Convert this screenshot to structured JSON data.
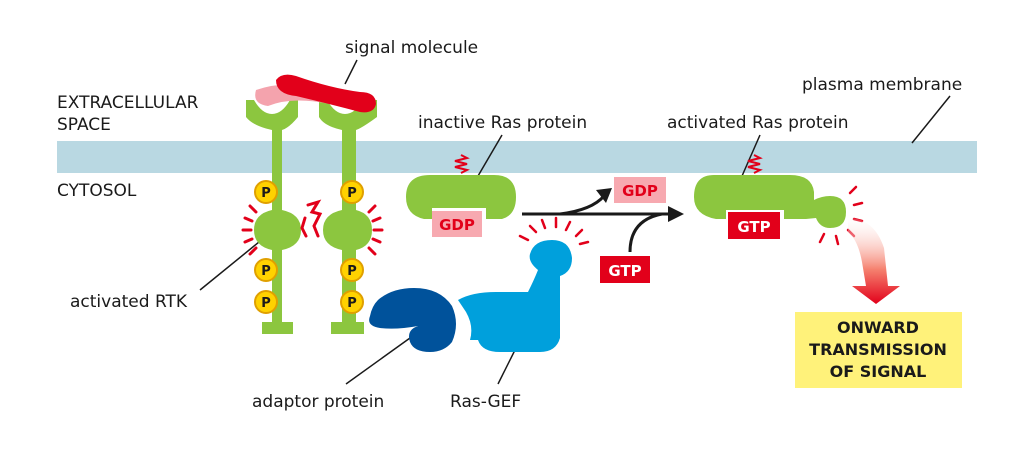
{
  "labels": {
    "extracellular_line1": "EXTRACELLULAR",
    "extracellular_line2": "SPACE",
    "cytosol": "CYTOSOL",
    "signal_molecule": "signal molecule",
    "plasma_membrane": "plasma membrane",
    "inactive_ras": "inactive Ras protein",
    "activated_ras": "activated Ras protein",
    "activated_rtk": "activated RTK",
    "adaptor_protein": "adaptor protein",
    "ras_gef": "Ras-GEF"
  },
  "chips": {
    "gdp_bound": "GDP",
    "gdp_released": "GDP",
    "gtp_incoming": "GTP",
    "gtp_bound": "GTP"
  },
  "phosphate": "P",
  "outcome": {
    "line1": "ONWARD",
    "line2": "TRANSMISSION",
    "line3": "OF SIGNAL"
  },
  "colors": {
    "membrane": "#b9d8e2",
    "rtk_green": "#8cc63f",
    "ras_green": "#8cc63f",
    "signal_red": "#e2001a",
    "signal_pink": "#f4a3ad",
    "phosphate_yellow": "#ffd200",
    "phosphate_border": "#e0a000",
    "adaptor_blue": "#00529b",
    "gef_blue": "#00a0dc",
    "gdp_chip_bg": "#f7a9b0",
    "gdp_chip_text": "#e2001a",
    "gtp_chip_bg": "#e2001a",
    "gtp_chip_text": "#ffffff",
    "outcome_bg": "#fff27a"
  }
}
